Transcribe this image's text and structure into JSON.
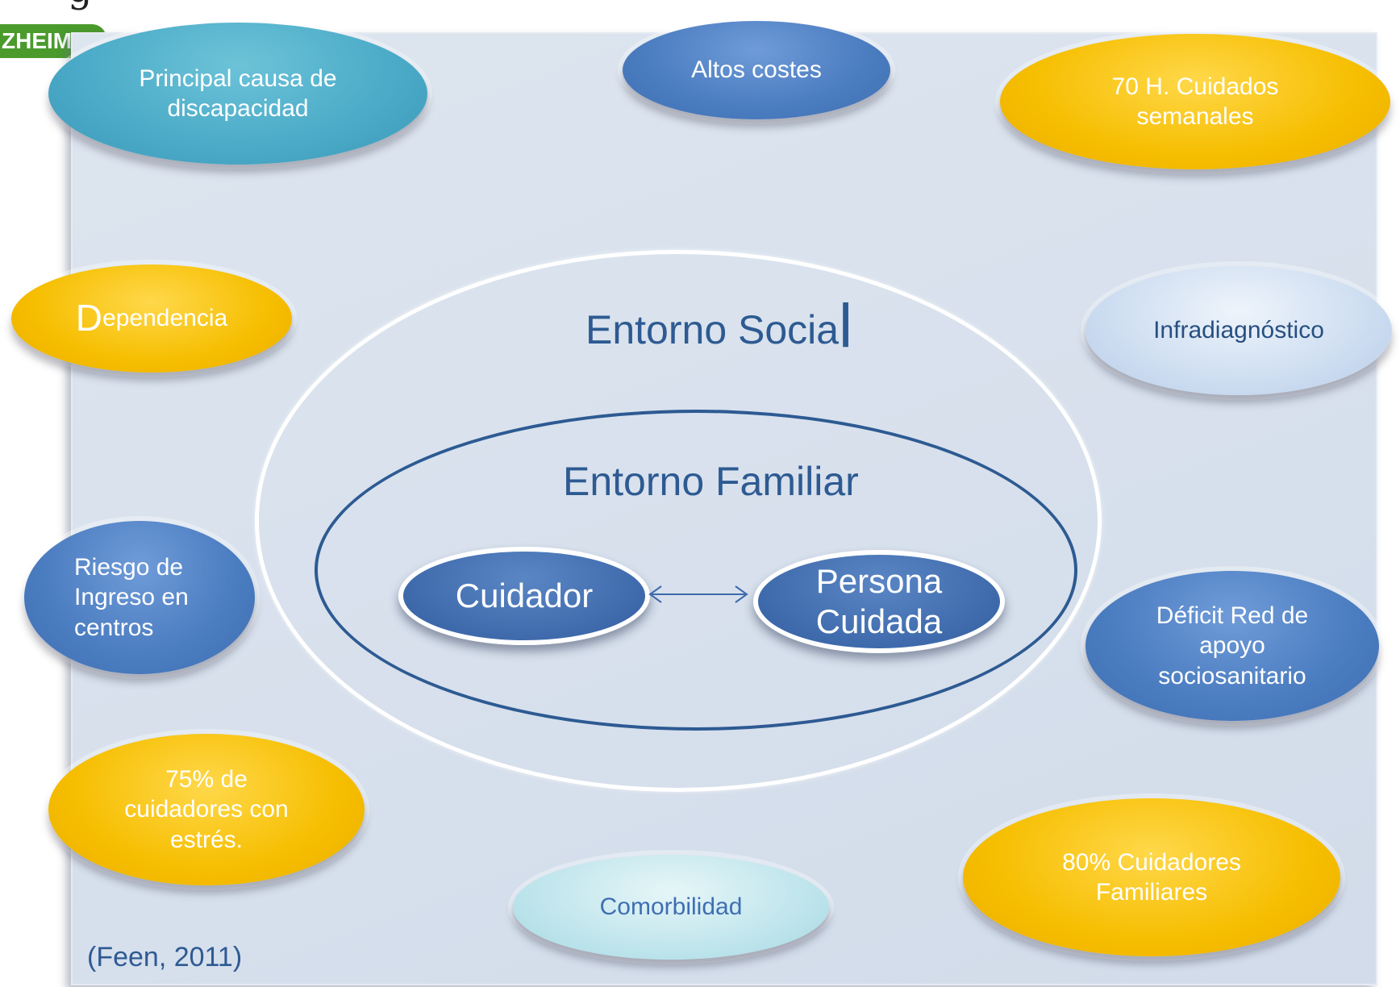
{
  "logo": {
    "tag_text": "ZHEIMER",
    "script_glyph": "g"
  },
  "bubbles": {
    "principal": "Principal causa de\ndiscapacidad",
    "costes": "Altos costes",
    "horas": "70 H. Cuidados\nsemanales",
    "dependencia_initial": "D",
    "dependencia_rest": "ependencia",
    "infradiagnostico": "Infradiagnóstico",
    "riesgo": "Riesgo de\nIngreso en\ncentros",
    "deficit": "Déficit Red de\napoyo\nsociosanitario",
    "estres": "75% de\ncuidadores con\nestrés.",
    "comorbilidad": "Comorbilidad",
    "familiares": "80% Cuidadores\nFamiliares"
  },
  "center": {
    "social_main": "Entorno Socia",
    "social_tail": "l",
    "familiar": "Entorno Familiar",
    "cuidador": "Cuidador",
    "persona": "Persona\nCuidada"
  },
  "citation": "(Feen, 2011)",
  "colors": {
    "yellow": "#f6be00",
    "blue": "#4a7cc0",
    "teal": "#4aaac7",
    "light_blue": "#c8d9ef",
    "aqua": "#b9e2ea",
    "text_navy": "#2d5a92",
    "panel": "#d6dfec"
  }
}
